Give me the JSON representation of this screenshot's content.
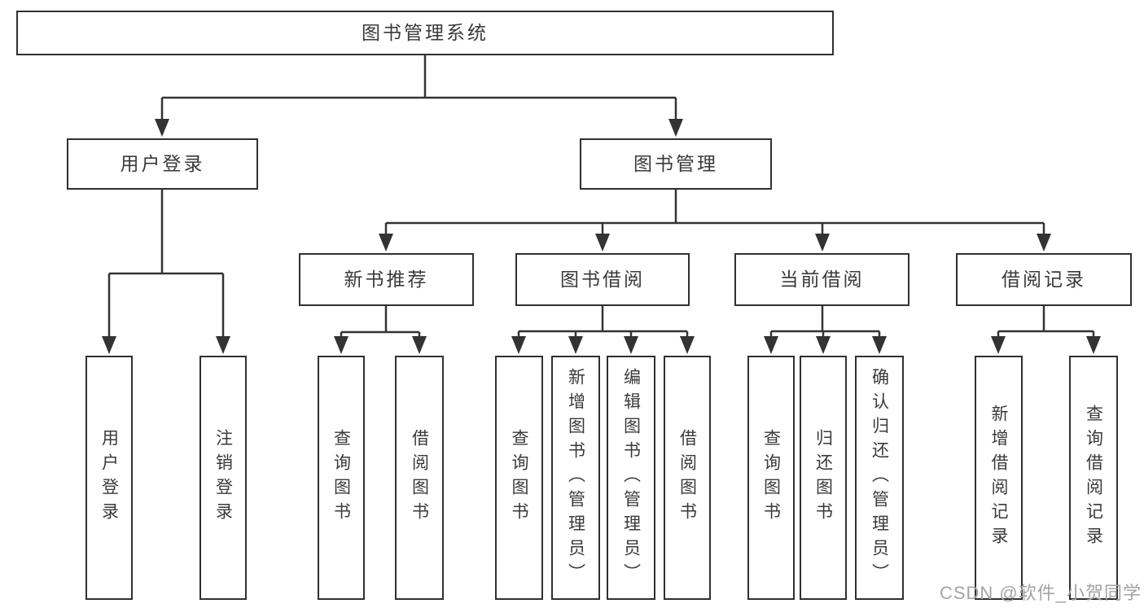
{
  "tree": {
    "label": "图书管理系统",
    "children": [
      {
        "label": "用户登录",
        "children": [
          {
            "label": "用户登录"
          },
          {
            "label": "注销登录"
          }
        ]
      },
      {
        "label": "图书管理",
        "children": [
          {
            "label": "新书推荐",
            "children": [
              {
                "label": "查询图书"
              },
              {
                "label": "借阅图书"
              }
            ]
          },
          {
            "label": "图书借阅",
            "children": [
              {
                "label": "查询图书"
              },
              {
                "label": "新增图书（管理员）"
              },
              {
                "label": "编辑图书（管理员）"
              },
              {
                "label": "借阅图书"
              }
            ]
          },
          {
            "label": "当前借阅",
            "children": [
              {
                "label": "查询图书"
              },
              {
                "label": "归还图书"
              },
              {
                "label": "确认归还（管理员）"
              }
            ]
          },
          {
            "label": "借阅记录",
            "children": [
              {
                "label": "新增借阅记录"
              },
              {
                "label": "查询借阅记录"
              }
            ]
          }
        ]
      }
    ]
  },
  "watermark": {
    "text": "CSDN @软件_小贺同学"
  },
  "colors": {
    "line": "#333333",
    "box_border": "#303030",
    "text": "#3a3a3a",
    "watermark": "#a3a3a3",
    "background": "#ffffff"
  }
}
